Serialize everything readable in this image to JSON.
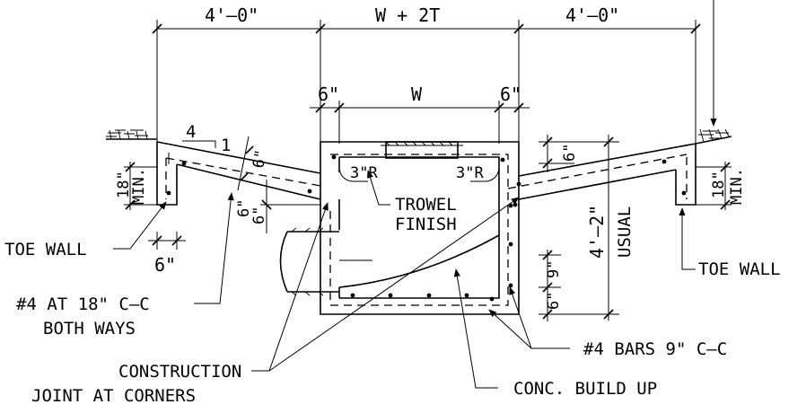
{
  "dimensions": {
    "left_width": "4'–0\"",
    "center_width": "W + 2T",
    "right_width": "4'–0\"",
    "wall_left": "6\"",
    "inner_width": "W",
    "wall_right": "6\"",
    "slope_run": "4",
    "slope_rise": "1",
    "slab_thickness": "6\"",
    "slab_edge_left": "6\"",
    "slab_edge_left2": "6\"",
    "toe_depth_left": "18\"",
    "toe_depth_left_min": "MIN.",
    "toe_depth_right": "18\"",
    "toe_depth_right_min": "MIN.",
    "toe_width": "6\"",
    "top_right_6": "6\"",
    "bottom_right_6": "6\"",
    "bottom_right_9": "9\"",
    "depth": "4'–2\"",
    "depth_note": "USUAL",
    "radius_left": "3\"R",
    "radius_right": "3\"R"
  },
  "labels": {
    "troweled_finish_line1": "TROWEL",
    "troweled_finish_line2": "FINISH",
    "toe_wall_left": "TOE WALL",
    "toe_wall_right": "TOE WALL",
    "rebar_slab_line1": "#4 AT 18\" C–C",
    "rebar_slab_line2": "BOTH WAYS",
    "rebar_box": "#4 BARS 9\" C–C",
    "construction_joint_line1": "CONSTRUCTION",
    "construction_joint_line2": "JOINT AT CORNERS",
    "conc_build_up": "CONC. BUILD UP"
  }
}
